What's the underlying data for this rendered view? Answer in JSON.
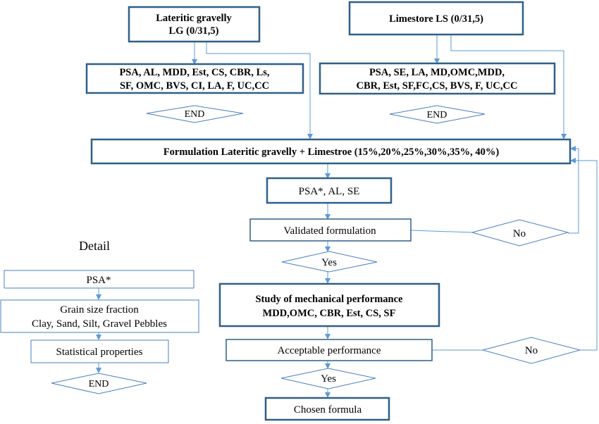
{
  "boxes": {
    "lg_title": [
      "Lateritic gravelly",
      "LG (0/31,5)"
    ],
    "ls_title": [
      "Limestore LS (0/31,5)"
    ],
    "lg_tests": [
      "PSA, AL, MDD, Est, CS, CBR, Ls,",
      "SF, OMC, BVS, CI, LA, F, UC,CC"
    ],
    "ls_tests": [
      "PSA, SE, LA, MD,OMC,MDD,",
      "CBR, Est, SF,FC,CS, BVS, F, UC,CC"
    ],
    "formulation": [
      "Formulation Lateritic gravelly + Limestroe (15%,20%,25%,30%,35%, 40%)"
    ],
    "psa_al_se": [
      "PSA*, AL, SE"
    ],
    "validated": [
      "Validated formulation"
    ],
    "mech_study": [
      "Study of mechanical performance",
      "MDD,OMC, CBR, Est, CS, SF"
    ],
    "acceptable": [
      "Acceptable performance"
    ],
    "chosen": [
      "Chosen formula"
    ],
    "detail_psa": [
      "PSA*"
    ],
    "grain": [
      "Grain size fraction",
      "Clay, Sand, Silt, Gravel Pebbles"
    ],
    "statistical": [
      "Statistical properties"
    ]
  },
  "decisions": {
    "end_lg": "END",
    "end_ls": "END",
    "no_1": "No",
    "yes_1": "Yes",
    "no_2": "No",
    "yes_2": "Yes",
    "end_detail": "END"
  },
  "detail_label": "Detail",
  "colors": {
    "box_border": "#2f5f8a",
    "arrow": "#5b9bd5",
    "diamond_border": "#4a7fbf",
    "text": "#000000"
  }
}
